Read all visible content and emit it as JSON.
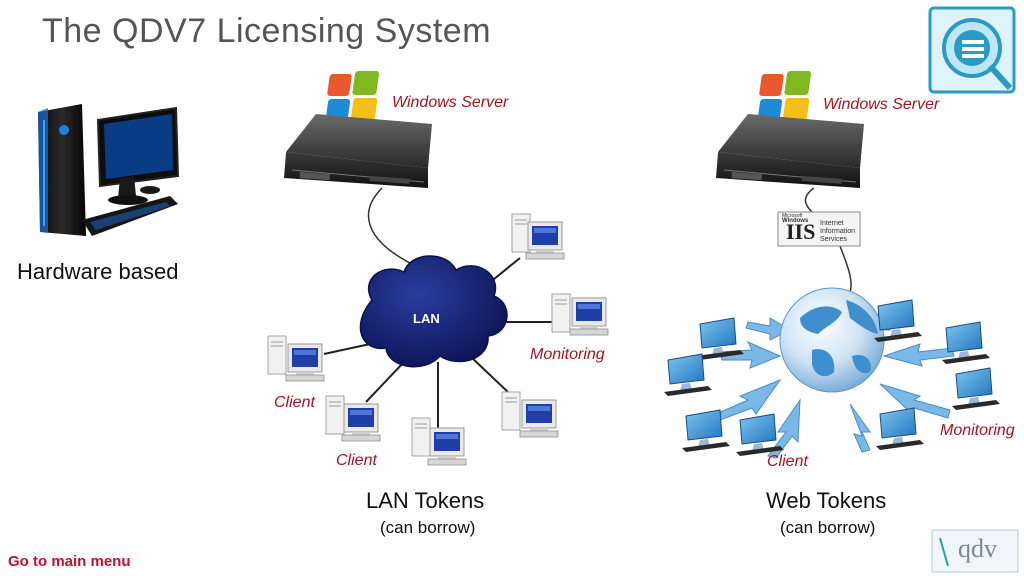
{
  "title": "The QDV7 Licensing System",
  "hardware_label": "Hardware based",
  "lan": {
    "server_label": "Windows Server",
    "cloud_label": "LAN",
    "monitoring_label": "Monitoring",
    "client_label_1": "Client",
    "client_label_2": "Client",
    "heading": "LAN Tokens",
    "subheading": "(can borrow)"
  },
  "web": {
    "server_label": "Windows Server",
    "iis_big": "IIS",
    "iis_line1": "Internet",
    "iis_line2": "Information",
    "iis_line3": "Services",
    "iis_ms": "Microsoft",
    "iis_win": "Windows",
    "monitoring_label": "Monitoring",
    "client_label": "Client",
    "heading": "Web Tokens",
    "subheading": "(can borrow)"
  },
  "footer": {
    "menu_link": "Go to main menu",
    "logo_text": "qdv"
  },
  "colors": {
    "accent_red": "#a8141e",
    "link_red": "#c8102e",
    "cloud_navy": "#0f1a66",
    "globe_blue": "#4f9fd8"
  }
}
